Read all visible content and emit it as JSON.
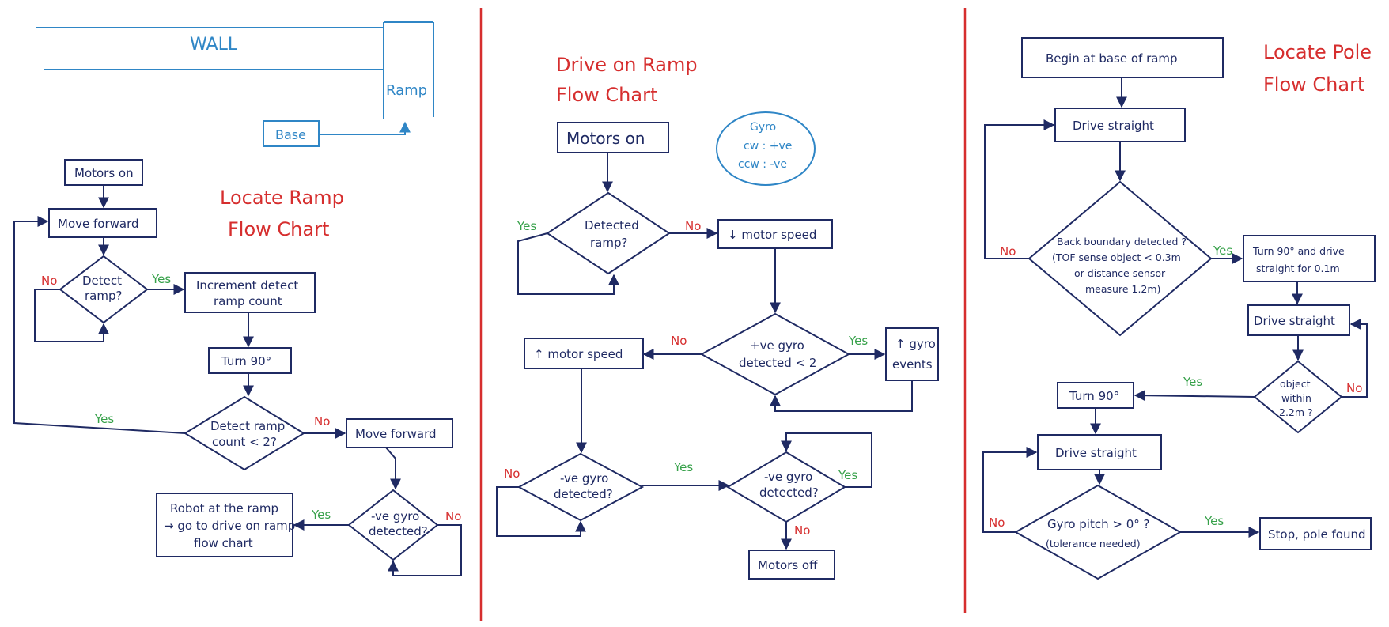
{
  "colors": {
    "ink": "#1f2a63",
    "title_red": "#d62e2e",
    "yes_green": "#37a14a",
    "map_blue": "#2f86c6"
  },
  "map": {
    "wall": "WALL",
    "ramp": "Ramp",
    "base": "Base"
  },
  "locate_ramp": {
    "title_1": "Locate Ramp",
    "title_2": "Flow Chart",
    "motors_on": "Motors on",
    "move_forward": "Move forward",
    "detect_ramp_1": "Detect",
    "detect_ramp_2": "ramp?",
    "increment_1": "Increment detect",
    "increment_2": "ramp count",
    "turn_90": "Turn 90°",
    "count_1": "Detect ramp",
    "count_2": "count < 2?",
    "move_forward_2": "Move forward",
    "neg_gyro_1": "-ve gyro",
    "neg_gyro_2": "detected?",
    "robot_1": "Robot at the ramp",
    "robot_2": "→ go to drive on ramp",
    "robot_3": "flow chart",
    "yes": "Yes",
    "no": "No"
  },
  "drive_on_ramp": {
    "title_1": "Drive on Ramp",
    "title_2": "Flow Chart",
    "motors_on": "Motors on",
    "detected_ramp_1": "Detected",
    "detected_ramp_2": "ramp?",
    "dec_speed": "↓ motor speed",
    "pos_gyro_1": "+ve gyro",
    "pos_gyro_2": "detected < 2",
    "gyro_events_1": "↑ gyro",
    "gyro_events_2": "events",
    "inc_speed": "↑ motor speed",
    "neg_gyro_a_1": "-ve gyro",
    "neg_gyro_a_2": "detected?",
    "neg_gyro_b_1": "-ve gyro",
    "neg_gyro_b_2": "detected?",
    "motors_off": "Motors off",
    "gyro_note_1": "Gyro",
    "gyro_note_2": "cw : +ve",
    "gyro_note_3": "ccw : -ve",
    "yes": "Yes",
    "no": "No"
  },
  "locate_pole": {
    "title_1": "Locate Pole",
    "title_2": "Flow Chart",
    "begin": "Begin at base of ramp",
    "drive_straight_1": "Drive straight",
    "back_1": "Back boundary detected ?",
    "back_2": "(TOF sense object < 0.3m",
    "back_3": "or distance sensor",
    "back_4": "measure 1.2m)",
    "turn_drive_1": "Turn 90° and drive",
    "turn_drive_2": "straight for 0.1m",
    "drive_straight_2": "Drive straight",
    "object_1": "object",
    "object_2": "within",
    "object_3": "2.2m ?",
    "turn_90": "Turn 90°",
    "drive_straight_3": "Drive straight",
    "pitch_1": "Gyro pitch > 0° ?",
    "pitch_2": "(tolerance needed)",
    "stop": "Stop, pole found",
    "yes": "Yes",
    "no": "No"
  }
}
